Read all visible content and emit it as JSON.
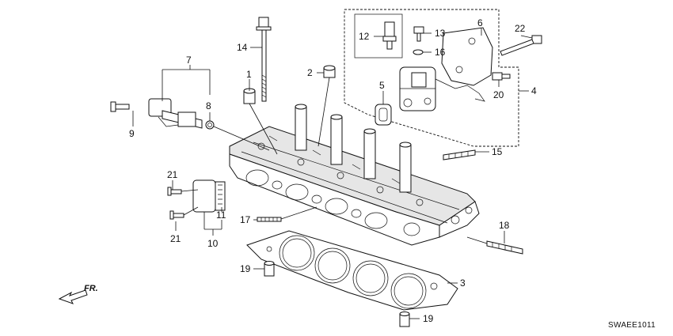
{
  "diagram": {
    "drawing_code": "SWAEE1011",
    "front_arrow_label": "FR.",
    "callouts": {
      "c1": "1",
      "c2": "2",
      "c3": "3",
      "c4": "4",
      "c5": "5",
      "c6": "6",
      "c7": "7",
      "c8": "8",
      "c9": "9",
      "c10": "10",
      "c11": "11",
      "c12": "12",
      "c13": "13",
      "c14": "14",
      "c15": "15",
      "c16": "16",
      "c17": "17",
      "c18": "18",
      "c19a": "19",
      "c19b": "19",
      "c20": "20",
      "c21a": "21",
      "c21b": "21",
      "c22": "22"
    }
  }
}
